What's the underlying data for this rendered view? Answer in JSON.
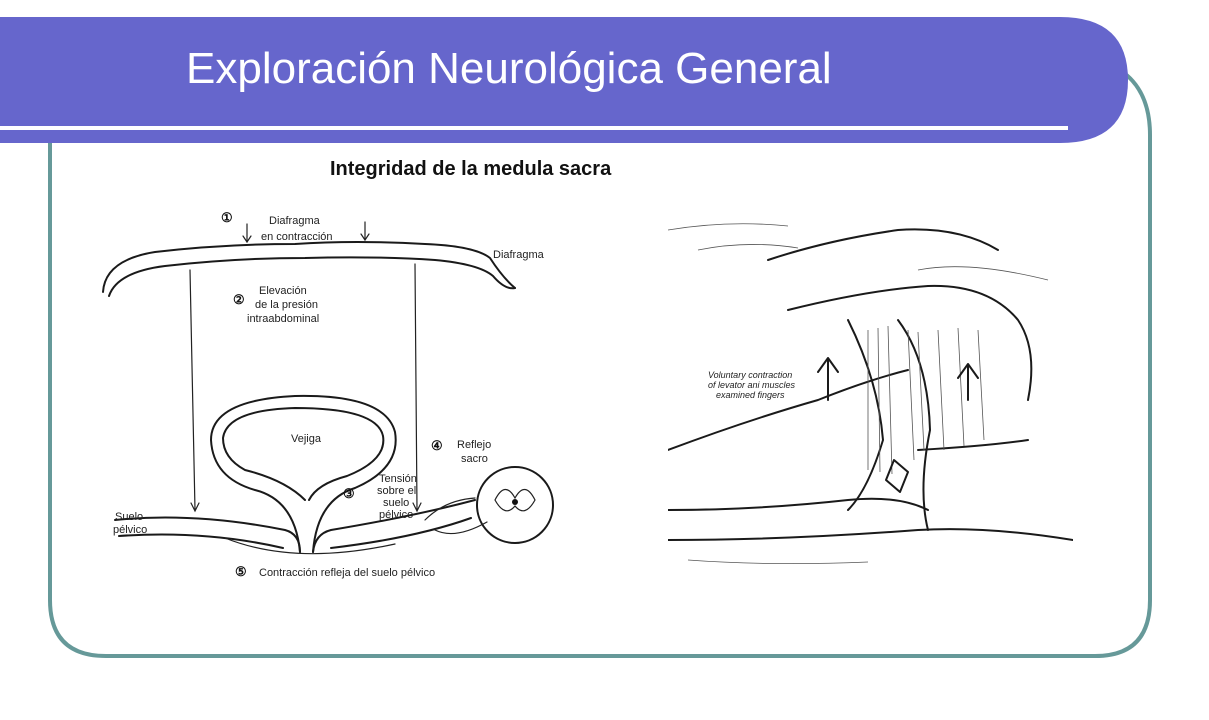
{
  "slide": {
    "title": "Exploración Neurológica General",
    "subtitle": "Integridad de la medula sacra",
    "colors": {
      "banner": "#6666CC",
      "frame_border": "#669999",
      "rule": "#ffffff"
    }
  },
  "diagram": {
    "step1_num": "①",
    "step1_line1": "Diafragma",
    "step1_line2": "en contracción",
    "diaphragm_label": "Diafragma",
    "step2_num": "②",
    "step2_line1": "Elevación",
    "step2_line2": "de la presión",
    "step2_line3": "intraabdominal",
    "bladder_label": "Vejiga",
    "step4_num": "④",
    "step4_line1": "Reflejo",
    "step4_line2": "sacro",
    "step3_num": "③",
    "step3_line1": "Tensión",
    "step3_line2": "sobre el",
    "step3_line3": "suelo",
    "step3_line4": "pélvico",
    "floor_line1": "Suelo",
    "floor_line2": "pélvico",
    "step5_num": "⑤",
    "step5_text": "Contracción refleja del suelo pélvico"
  },
  "sketch": {
    "caption_line1": "Voluntary contraction",
    "caption_line2": "of levator ani muscles",
    "caption_line3": "examined fingers"
  }
}
